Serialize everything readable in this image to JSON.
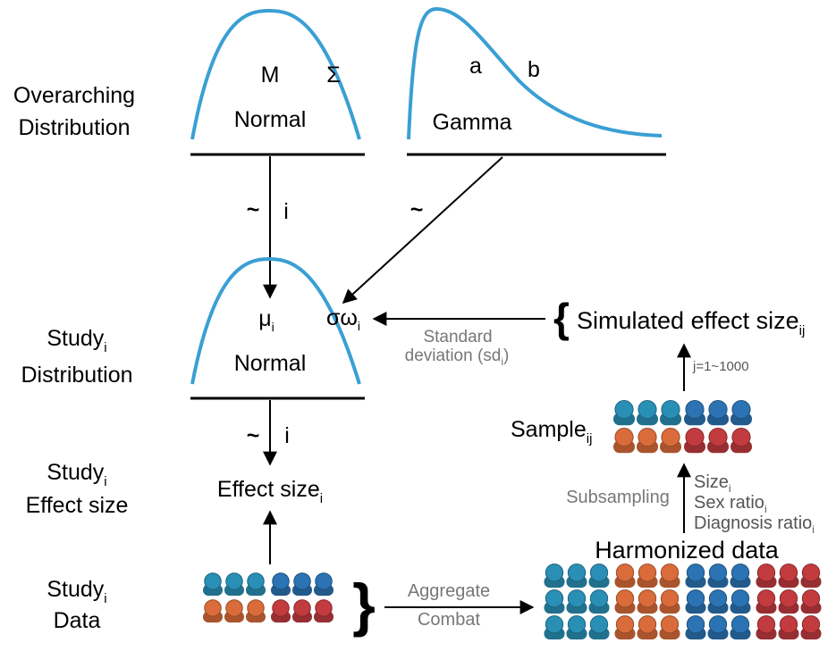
{
  "rows": {
    "overarching": {
      "line1": "Overarching",
      "line2": "Distribution"
    },
    "study_distribution": {
      "line1": "Study",
      "sub": "i",
      "line2": "Distribution"
    },
    "study_effect": {
      "line1": "Study",
      "sub": "i",
      "line2": "Effect size"
    },
    "study_data": {
      "line1": "Study",
      "sub": "i",
      "line2": "Data"
    }
  },
  "normal_top": {
    "name": "Normal",
    "param1": "M",
    "param2": "Σ"
  },
  "gamma_top": {
    "name": "Gamma",
    "param1": "a",
    "param2": "b"
  },
  "arrow_left": {
    "tilde": "~",
    "index": "i"
  },
  "arrow_gamma": {
    "tilde": "~"
  },
  "normal_study": {
    "name": "Normal",
    "mu": "μ",
    "mu_sub": "i",
    "sigma": "σω",
    "sigma_sub": "i"
  },
  "arrow_study": {
    "tilde": "~",
    "index": "i"
  },
  "effect_size": {
    "label": "Effect size",
    "sub": "i"
  },
  "simulated": {
    "brace": "{",
    "label": "Simulated effect size",
    "sub": "ij"
  },
  "sd_label": {
    "line1": "Standard",
    "line2": "deviation (sd",
    "sub": "i",
    "close": ")"
  },
  "iter_label": "j=1~1000",
  "sample": {
    "label": "Sample",
    "sub": "ij"
  },
  "subsampling": "Subsampling",
  "params": [
    {
      "text": "Size",
      "sub": "i"
    },
    {
      "text": "Sex ratio",
      "sub": "i"
    },
    {
      "text": "Diagnosis ratio",
      "sub": "i"
    }
  ],
  "harmonized": "Harmonized data",
  "aggregate": "Aggregate",
  "combat": "Combat",
  "brace_data": "}",
  "colors": {
    "curve": "#3a9fd4",
    "people_teal": "#2a8fb5",
    "people_orange": "#d96c3a",
    "people_blue": "#2b73b3",
    "people_red": "#c23b3f",
    "gray_text": "#777777"
  }
}
